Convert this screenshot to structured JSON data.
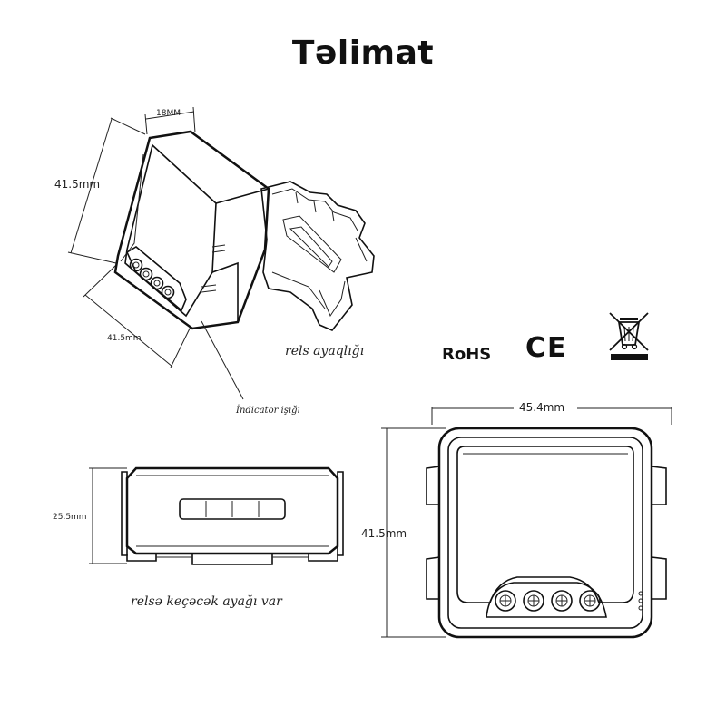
{
  "title": "Təlimat",
  "dimensions": {
    "iso_width": "18MM",
    "iso_height": "41.5mm",
    "iso_depth": "41.5mm",
    "side_height": "25.5mm",
    "front_width": "45.4mm",
    "front_height": "41.5mm"
  },
  "labels": {
    "rail_foot": "rels ayaqlığı",
    "indicator": "İndicator işığı",
    "rail_note": "relsə keçəcək ayağı var"
  },
  "certifications": {
    "rohs": "RoHS",
    "ce": "CE",
    "weee_icon": "crossed-out-bin-icon"
  }
}
